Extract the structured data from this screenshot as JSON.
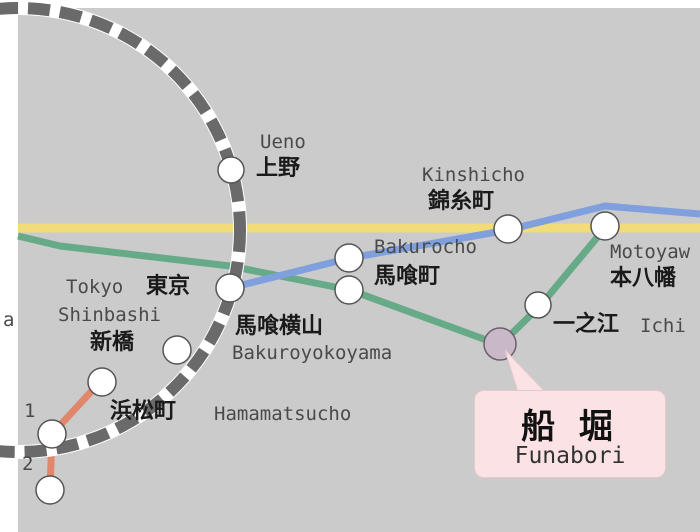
{
  "colors": {
    "background": "#cbcbcb",
    "yamanote_ring": "#6a6a6a",
    "sobu_line": "#f2dc79",
    "blue_line": "#7f9fdd",
    "green_line": "#66aa88",
    "orange_line": "#e0876c",
    "funabori_station": "#c9b8c8",
    "callout_bg": "#fbe3e5"
  },
  "stations": {
    "ueno": {
      "en": "Ueno",
      "ja": "上野"
    },
    "kinshicho": {
      "en": "Kinshicho",
      "ja": "錦糸町"
    },
    "bakurocho": {
      "en": "Bakurocho",
      "ja": "馬喰町"
    },
    "motoyawata": {
      "en": "Motoyaw",
      "ja": "本八幡"
    },
    "tokyo": {
      "en": "Tokyo",
      "ja": "東京"
    },
    "shinbashi": {
      "en": "Shinbashi",
      "ja": "新橋"
    },
    "bakuroyokoyama": {
      "en": "Bakuroyokoyama",
      "ja": "馬喰横山"
    },
    "ichinoe": {
      "en": "Ichi",
      "ja": "一之江"
    },
    "hamamatsucho": {
      "en": "Hamamatsucho",
      "ja": "浜松町"
    },
    "left_edge": {
      "en": "a"
    },
    "spur_1": {
      "label": "1"
    },
    "spur_2": {
      "label": "2"
    }
  },
  "callout": {
    "ja": "船 堀",
    "en": "Funabori"
  }
}
